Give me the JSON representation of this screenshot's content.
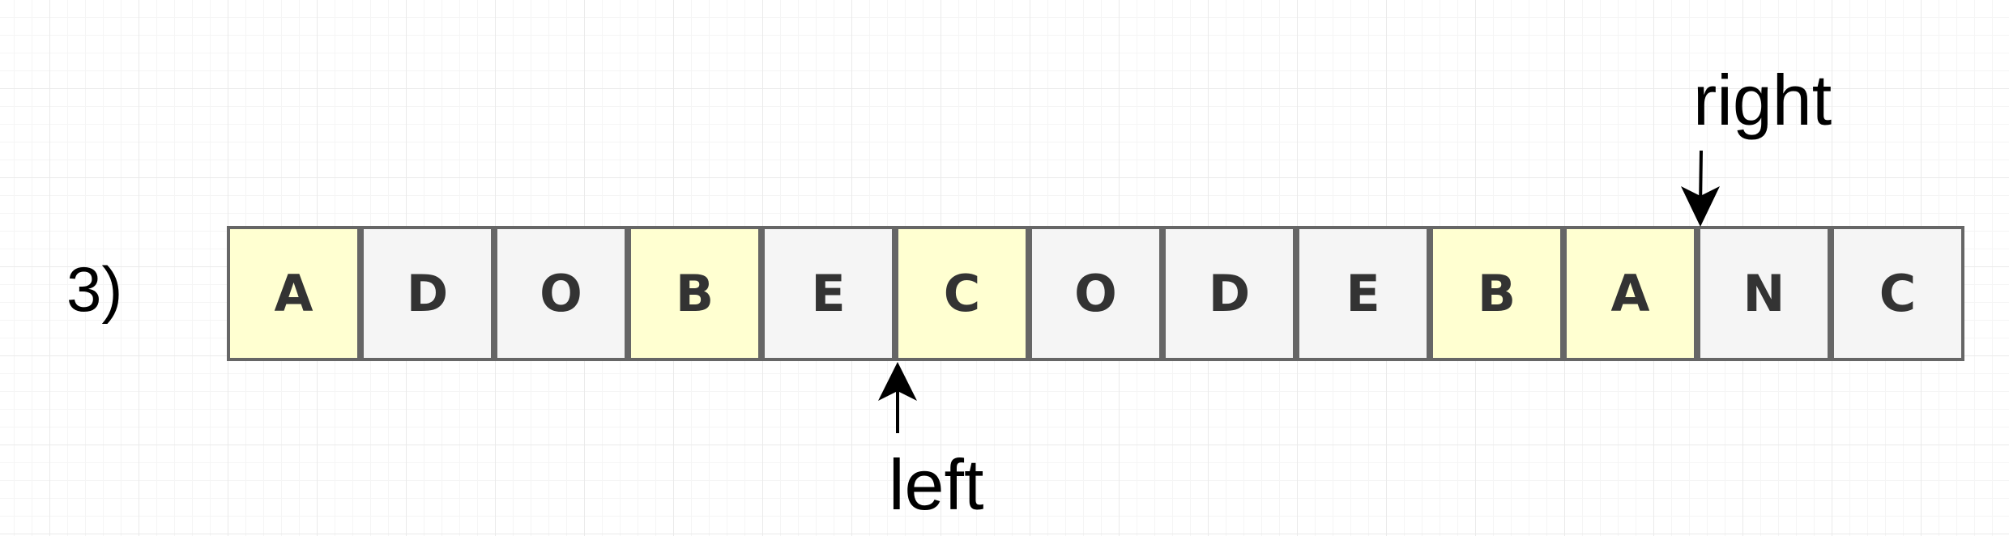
{
  "step_label": "3)",
  "cells": [
    {
      "letter": "A",
      "highlight": true
    },
    {
      "letter": "D",
      "highlight": false
    },
    {
      "letter": "O",
      "highlight": false
    },
    {
      "letter": "B",
      "highlight": true
    },
    {
      "letter": "E",
      "highlight": false
    },
    {
      "letter": "C",
      "highlight": true
    },
    {
      "letter": "O",
      "highlight": false
    },
    {
      "letter": "D",
      "highlight": false
    },
    {
      "letter": "E",
      "highlight": false
    },
    {
      "letter": "B",
      "highlight": true
    },
    {
      "letter": "A",
      "highlight": true
    },
    {
      "letter": "N",
      "highlight": false
    },
    {
      "letter": "C",
      "highlight": false
    }
  ],
  "pointers": {
    "right": {
      "label": "right",
      "cell_boundary": 11
    },
    "left": {
      "label": "left",
      "cell_boundary": 5
    }
  },
  "colors": {
    "highlight_fill": "#ffffd1",
    "default_fill": "#f5f5f5",
    "cell_border": "#666666",
    "letter": "#333333",
    "arrow": "#000000"
  }
}
